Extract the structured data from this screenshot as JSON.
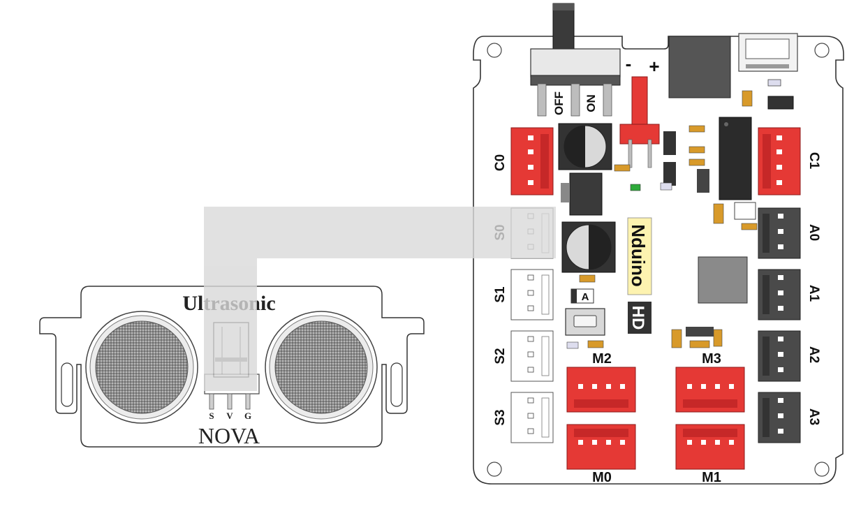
{
  "sensor": {
    "title": "Ultrasonic",
    "brand": "NOVA",
    "pin_s": "S",
    "pin_v": "V",
    "pin_g": "G"
  },
  "board": {
    "switch_off": "OFF",
    "switch_on": "ON",
    "battery_minus": "-",
    "battery_plus": "+",
    "logo": "Nduino",
    "logo_hd": "HD",
    "led_a": "A",
    "ports": {
      "c0": "C0",
      "c1": "C1",
      "s0": "S0",
      "s1": "S1",
      "s2": "S2",
      "s3": "S3",
      "a0": "A0",
      "a1": "A1",
      "a2": "A2",
      "a3": "A3",
      "m0": "M0",
      "m1": "M1",
      "m2": "M2",
      "m3": "M3"
    }
  },
  "colors": {
    "port_red": "#e53935",
    "port_gray": "#4a4a4a",
    "cable": "#d9d9d9",
    "board_outline": "#333333"
  }
}
